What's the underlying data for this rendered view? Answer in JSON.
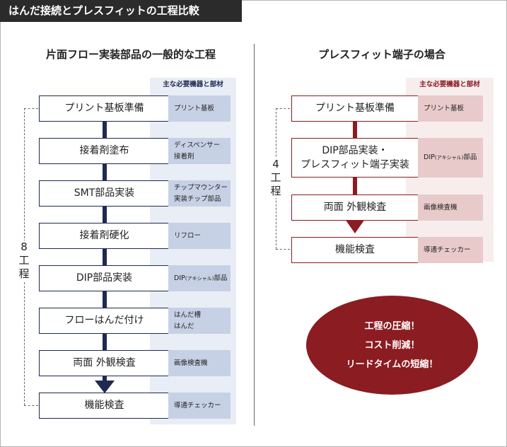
{
  "title": "はんだ接続とプレスフィットの工程比較",
  "left": {
    "heading": "片面フロー実装部品の一般的な工程",
    "equipment_header": "主な必要機器と部材",
    "count_label": [
      "8",
      "工",
      "程"
    ],
    "steps": [
      {
        "label": "プリント基板準備",
        "equipment": [
          "プリント基板"
        ]
      },
      {
        "label": "接着剤塗布",
        "equipment": [
          "ディスペンサー",
          "接着剤"
        ]
      },
      {
        "label": "SMT部品実装",
        "equipment": [
          "チップマウンター",
          "実装チップ部品"
        ]
      },
      {
        "label": "接着剤硬化",
        "equipment": [
          "リフロー"
        ]
      },
      {
        "label": "DIP部品実装",
        "equipment_prefix": "DIP",
        "equipment_small": "(アキシャル)",
        "equipment_suffix": "部品"
      },
      {
        "label": "フローはんだ付け",
        "equipment": [
          "はんだ槽",
          "はんだ"
        ]
      },
      {
        "label": "両面 外観検査",
        "equipment": [
          "画像検査機"
        ]
      },
      {
        "label": "機能検査",
        "equipment": [
          "導通チェッカー"
        ]
      }
    ]
  },
  "right": {
    "heading": "プレスフィット端子の場合",
    "equipment_header": "主な必要機器と部材",
    "count_label": [
      "4",
      "工",
      "程"
    ],
    "steps": [
      {
        "label": "プリント基板準備",
        "equipment": [
          "プリント基板"
        ]
      },
      {
        "label_lines": [
          "DIP部品実装・",
          "プレスフィット端子実装"
        ],
        "equipment_prefix": "DIP",
        "equipment_small": "(アキシャル)",
        "equipment_suffix": "部品"
      },
      {
        "label": "両面 外観検査",
        "equipment": [
          "画像検査機"
        ]
      },
      {
        "label": "機能検査",
        "equipment": [
          "導通チェッカー"
        ]
      }
    ]
  },
  "benefits": [
    "工程の圧縮！",
    "コスト削減！",
    "リードタイムの短縮！"
  ],
  "colors": {
    "navy": "#1e2a4f",
    "left_panel": "#e9edf5",
    "left_cell": "#c7d1e5",
    "left_header_text": "#1e2a4f",
    "crimson": "#8b1c22",
    "right_panel": "#f7eded",
    "right_cell": "#e8caca",
    "right_header_text": "#8b1c22",
    "step_text": "#222222"
  }
}
